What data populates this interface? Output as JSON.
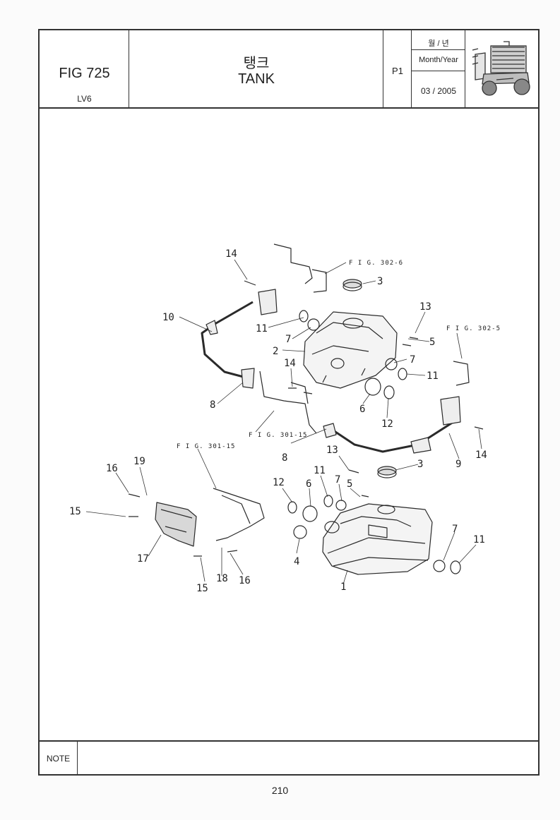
{
  "header": {
    "fig_no": "FIG 725",
    "model": "LV6",
    "title_ko": "탱크",
    "title_en": "TANK",
    "page": "P1",
    "month_year_ko": "월 / 년",
    "month_year_en": "Month/Year",
    "date": "03 / 2005"
  },
  "callouts": [
    "14",
    "3",
    "13",
    "10",
    "11",
    "7",
    "2",
    "5",
    "7",
    "11",
    "14",
    "8",
    "6",
    "12",
    "8",
    "13",
    "3",
    "16",
    "19",
    "11",
    "7",
    "5",
    "12",
    "6",
    "15",
    "4",
    "17",
    "15",
    "18",
    "16",
    "1",
    "7",
    "11",
    "9",
    "14"
  ],
  "fig_refs": [
    "F I G. 302-6",
    "F I G. 302-5",
    "F I G. 301-15",
    "F I G. 301-15"
  ],
  "note_label": "NOTE",
  "page_number": "210"
}
